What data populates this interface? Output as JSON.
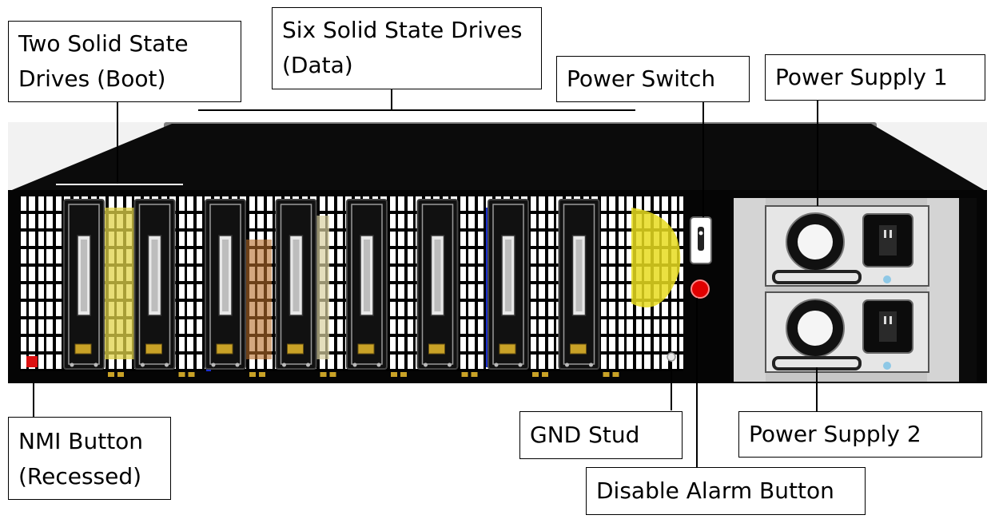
{
  "callouts": {
    "boot_drives": [
      "Two Solid State",
      "Drives (Boot)"
    ],
    "data_drives": [
      "Six Solid State Drives",
      "(Data)"
    ],
    "power_switch": "Power Switch",
    "power_supply_1": "Power Supply 1",
    "nmi_button": [
      "NMI Button",
      "(Recessed)"
    ],
    "gnd_stud": "GND Stud",
    "power_supply_2": "Power Supply 2",
    "disable_alarm": "Disable Alarm Button"
  },
  "colors": {
    "chassis": "#050505",
    "chassis_top": "#0b0b0b",
    "backdrop": "#f2f2f2",
    "gray_bezel": "#808080",
    "grid": "#ffffff",
    "drive_caddy": "#111111",
    "latch_gold": "#c9a227",
    "psu_housing": "#c7c7c7",
    "alarm_red": "#e00000",
    "nmi_red": "#dd1111"
  },
  "drive_count": 8
}
